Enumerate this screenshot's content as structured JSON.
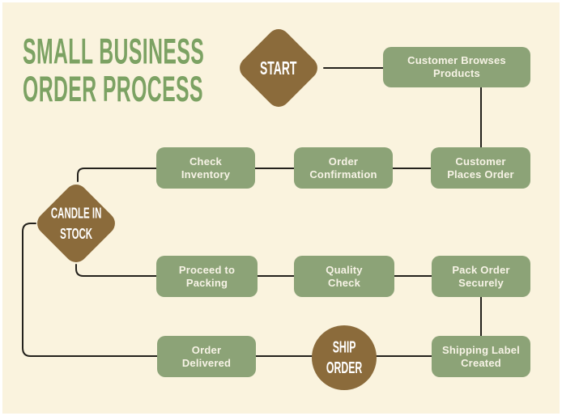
{
  "title": {
    "line1": "SMALL BUSINESS",
    "line2": "ORDER PROCESS"
  },
  "nodes": {
    "start": "START",
    "customer_browses": "Customer Browses\nProducts",
    "customer_places": "Customer\nPlaces Order",
    "order_confirmation": "Order\nConfirmation",
    "check_inventory": "Check\nInventory",
    "candle_in_stock": "CANDLE IN\nSTOCK",
    "proceed_packing": "Proceed to\nPacking",
    "quality_check": "Quality\nCheck",
    "pack_order": "Pack Order\nSecurely",
    "ship_order": "SHIP\nORDER",
    "shipping_label": "Shipping Label\nCreated",
    "order_delivered": "Order\nDelivered"
  },
  "colors": {
    "background": "#faf3de",
    "process_box_green": "#8ca377",
    "shape_brown": "#8b6b3b",
    "title_green": "#7ca263",
    "connector": "#23211c",
    "label_text": "#ffffff",
    "frame_border": "#ffffff"
  },
  "diagram_type": "flowchart"
}
